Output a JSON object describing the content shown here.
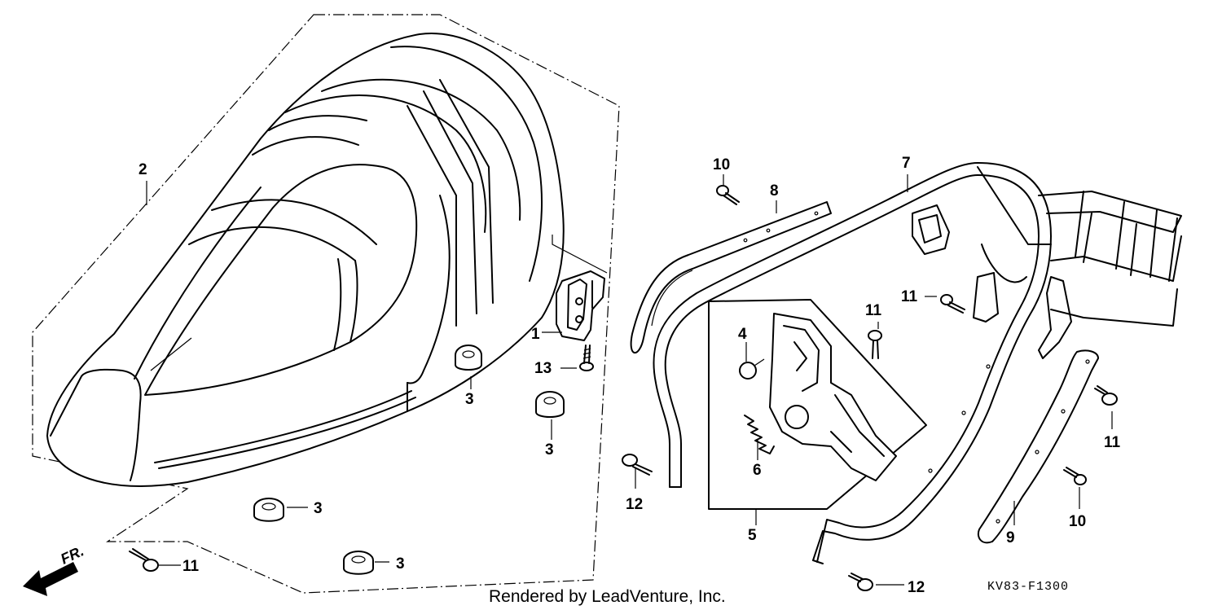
{
  "callouts": [
    {
      "id": "c1",
      "text": "1"
    },
    {
      "id": "c2",
      "text": "2"
    },
    {
      "id": "c3a",
      "text": "3"
    },
    {
      "id": "c3b",
      "text": "3"
    },
    {
      "id": "c3c",
      "text": "3"
    },
    {
      "id": "c3d",
      "text": "3"
    },
    {
      "id": "c4",
      "text": "4"
    },
    {
      "id": "c5",
      "text": "5"
    },
    {
      "id": "c6",
      "text": "6"
    },
    {
      "id": "c7",
      "text": "7"
    },
    {
      "id": "c8",
      "text": "8"
    },
    {
      "id": "c9",
      "text": "9"
    },
    {
      "id": "c10a",
      "text": "10"
    },
    {
      "id": "c10b",
      "text": "10"
    },
    {
      "id": "c11a",
      "text": "11"
    },
    {
      "id": "c11b",
      "text": "11"
    },
    {
      "id": "c11c",
      "text": "11"
    },
    {
      "id": "c11d",
      "text": "11"
    },
    {
      "id": "c12a",
      "text": "12"
    },
    {
      "id": "c12b",
      "text": "12"
    },
    {
      "id": "c13",
      "text": "13"
    }
  ],
  "front_arrow_label": "FR.",
  "footer_text": "Rendered by LeadVenture, Inc.",
  "diagram_code": "KV83-F1300"
}
